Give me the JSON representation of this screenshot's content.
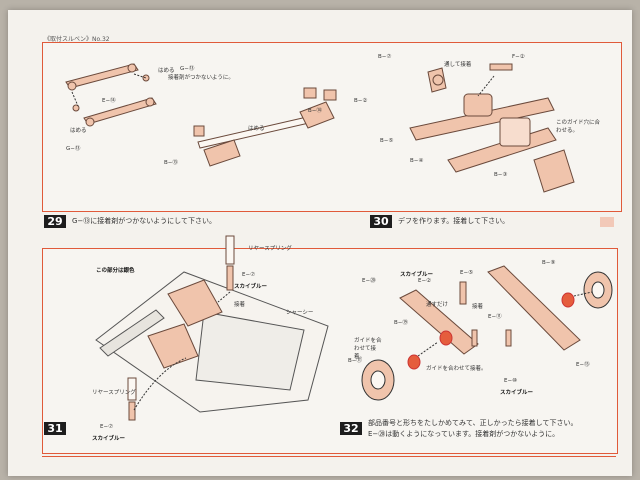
{
  "header": {
    "text": "《取付スルベン》No.32"
  },
  "steps": [
    {
      "number": "29",
      "instruction": "G−⑬に接着剤がつかないようにして下さい。"
    },
    {
      "number": "30",
      "instruction": "デフを作ります。接着して下さい。"
    },
    {
      "number": "31",
      "instruction": ""
    },
    {
      "number": "32",
      "instruction_line1": "部品番号と形ちをたしかめてみて、正しかったら接着して下さい。",
      "instruction_line2": "E−⑳は動くようになっています。接着剤がつかないように。"
    }
  ],
  "panel29": {
    "labels": [
      "はめる",
      "G−⑬",
      "接着剤がつかないように。",
      "E−⑭",
      "はめる",
      "G−⑬",
      "はめる",
      "B−②",
      "B−⑭",
      "B−⑬"
    ]
  },
  "panel30": {
    "labels": [
      "B−⑦",
      "通して接着",
      "F−②",
      "このガイド穴に合わせる。",
      "B−⑤",
      "B−④",
      "B−③"
    ]
  },
  "panel31": {
    "labels": [
      "この部分は銀色",
      "リヤースプリング",
      "E−⑦",
      "スカイブルー",
      "接着",
      "シャーシー",
      "リヤースプリング",
      "E−⑦",
      "スカイブルー"
    ]
  },
  "panel32": {
    "labels": [
      "E−⑳",
      "スカイブルー",
      "E−②",
      "E−⑤",
      "B−⑨",
      "通すだけ",
      "接着",
      "E−⑪",
      "B−⑲",
      "ガイドを合わせて接着。",
      "B−⑪",
      "ガイドを合わせて接着。",
      "E−⑩",
      "スカイブルー",
      "E−⑬"
    ]
  },
  "colors": {
    "accent": "#e05a3a",
    "part_fill": "#f0c4ac",
    "part_stroke": "#6b4a3c"
  }
}
